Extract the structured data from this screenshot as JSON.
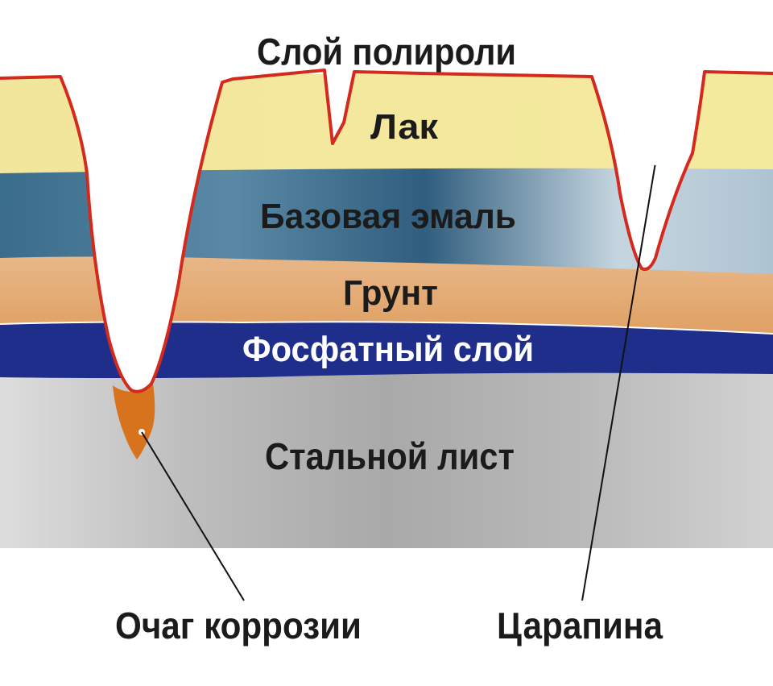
{
  "diagram": {
    "layers": {
      "polish": "Слой полироли",
      "clearcoat": "Лак",
      "basecoat": "Базовая эмаль",
      "primer": "Грунт",
      "phosphate": "Фосфатный слой",
      "steel": "Стальной лист"
    },
    "callouts": {
      "corrosion": "Очаг коррозии",
      "scratch": "Царапина"
    }
  },
  "colors": {
    "clearcoat": "#f1e89a",
    "basecoat_dark": "#3d6e8c",
    "basecoat_light": "#c9d8e2",
    "primer": "#e4b07c",
    "phosphate": "#1e2f8c",
    "steel_dark": "#9e9e9e",
    "steel_light": "#dcdcdc",
    "polish_outline": "#d42a1e",
    "rust": "#d9741e",
    "text": "#222222",
    "text_light": "#ffffff"
  }
}
